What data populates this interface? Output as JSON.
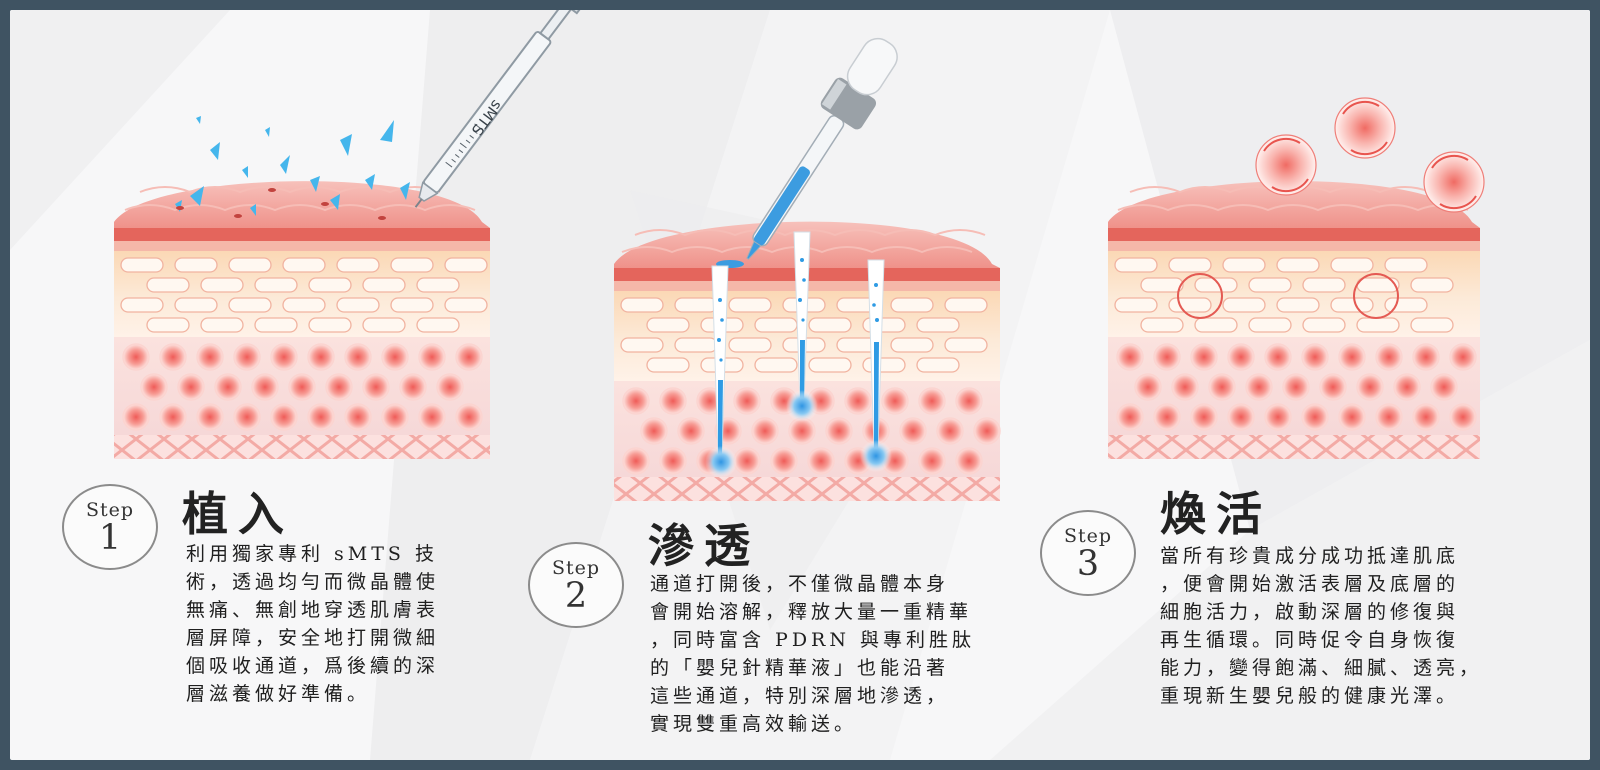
{
  "colors": {
    "frame": "#3f5362",
    "skin_top": "#f2a49d",
    "skin_red_band": "#e45f55",
    "fat_cell": "#fff4ed",
    "cell_fill": "#f69b93",
    "cell_core": "#ef5b55",
    "serum_blue": "#2f9be4",
    "text": "#1f1f1f"
  },
  "icons": [
    "syringe-icon",
    "dropper-icon",
    "skin-layer-diagram",
    "regenerating-cell-icon"
  ],
  "syringe_label": "sMTS",
  "steps": [
    {
      "step_word": "Step",
      "step_number": "1",
      "title": "植入",
      "lines": [
        "利用獨家專利 sMTS 技",
        "術，透過均勻而微晶體使",
        "無痛、無創地穿透肌膚表",
        "層屏障，安全地打開微細",
        "個吸收通道，爲後續的深",
        "層滋養做好準備。"
      ]
    },
    {
      "step_word": "Step",
      "step_number": "2",
      "title": "滲透",
      "lines": [
        "通道打開後，不僅微晶體本身",
        "會開始溶解，釋放大量一重精華",
        "，同時富含 PDRN 與專利胜肽",
        "的「嬰兒針精華液」也能沿著",
        "這些通道，特別深層地滲透，",
        "實現雙重高效輸送。"
      ]
    },
    {
      "step_word": "Step",
      "step_number": "3",
      "title": "煥活",
      "lines": [
        "當所有珍貴成分成功抵達肌底",
        "，便會開始激活表層及底層的",
        "細胞活力，啟動深層的修復與",
        "再生循環。同時促令自身恢復",
        "能力，變得飽滿、細膩、透亮，",
        "重現新生嬰兒般的健康光澤。"
      ]
    }
  ]
}
